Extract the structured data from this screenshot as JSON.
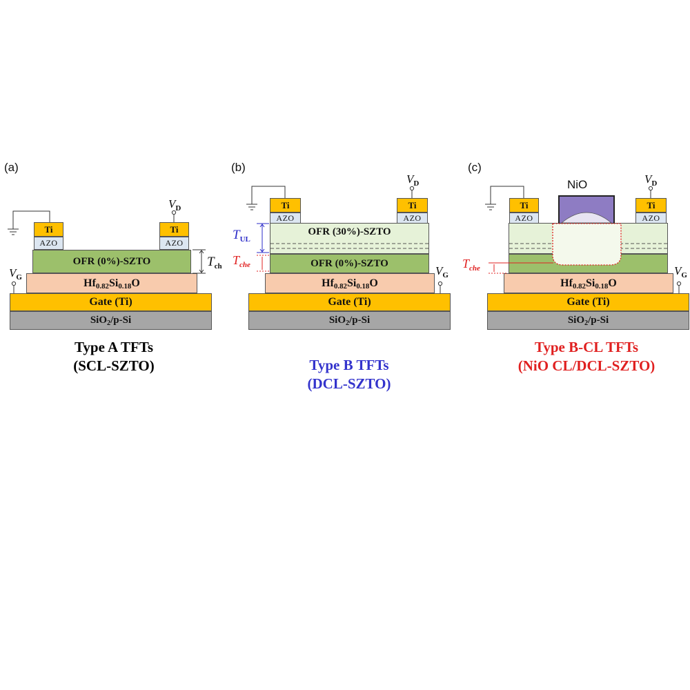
{
  "panels": [
    {
      "label": "(a)",
      "layers": {
        "substrate": "SiO2/p-Si",
        "gate": "Gate (Ti)",
        "dielectric": "Hf0.82Si0.18O",
        "channel": "OFR (0%)-SZTO"
      },
      "contacts": {
        "metal": "Ti",
        "buffer": "AZO"
      },
      "symbols": {
        "drain": "V",
        "drain_sub": "D",
        "gate": "V",
        "gate_sub": "G",
        "thickness": "T",
        "thickness_sub": "ch"
      },
      "caption": [
        "Type A TFTs",
        "(SCL-SZTO)"
      ],
      "caption_color": "#111111"
    },
    {
      "label": "(b)",
      "layers": {
        "substrate": "SiO2/p-Si",
        "gate": "Gate (Ti)",
        "dielectric": "Hf0.82Si0.18O",
        "channel_lower": "OFR (0%)-SZTO",
        "channel_upper": "OFR (30%)-SZTO"
      },
      "contacts": {
        "metal": "Ti",
        "buffer": "AZO"
      },
      "symbols": {
        "drain": "V",
        "drain_sub": "D",
        "gate": "V",
        "gate_sub": "G",
        "upper": "T",
        "upper_sub": "UL",
        "che": "T",
        "che_sub": "che"
      },
      "caption": [
        "Type B TFTs",
        "(DCL-SZTO)"
      ],
      "caption_color": "#3333cc"
    },
    {
      "label": "(c)",
      "layers": {
        "substrate": "SiO2/p-Si",
        "gate": "Gate (Ti)",
        "dielectric": "Hf0.82Si0.18O",
        "capping": "NiO"
      },
      "contacts": {
        "metal": "Ti",
        "buffer": "AZO"
      },
      "symbols": {
        "drain": "V",
        "drain_sub": "D",
        "gate": "V",
        "gate_sub": "G",
        "che": "T",
        "che_sub": "che"
      },
      "caption": [
        "Type B-CL TFTs",
        "(NiO CL/DCL-SZTO)"
      ],
      "caption_color": "#e02020"
    }
  ],
  "colors": {
    "substrate": "#a6a6a6",
    "gate": "#ffc000",
    "dielectric": "#f8cbad",
    "channel_0": "#9cc06b",
    "channel_30": "#e6f2d8",
    "azo": "#dce6f1",
    "nio": "#8e7cc3",
    "upper_marker": "#2b2bc8",
    "che_marker": "#e02020"
  }
}
